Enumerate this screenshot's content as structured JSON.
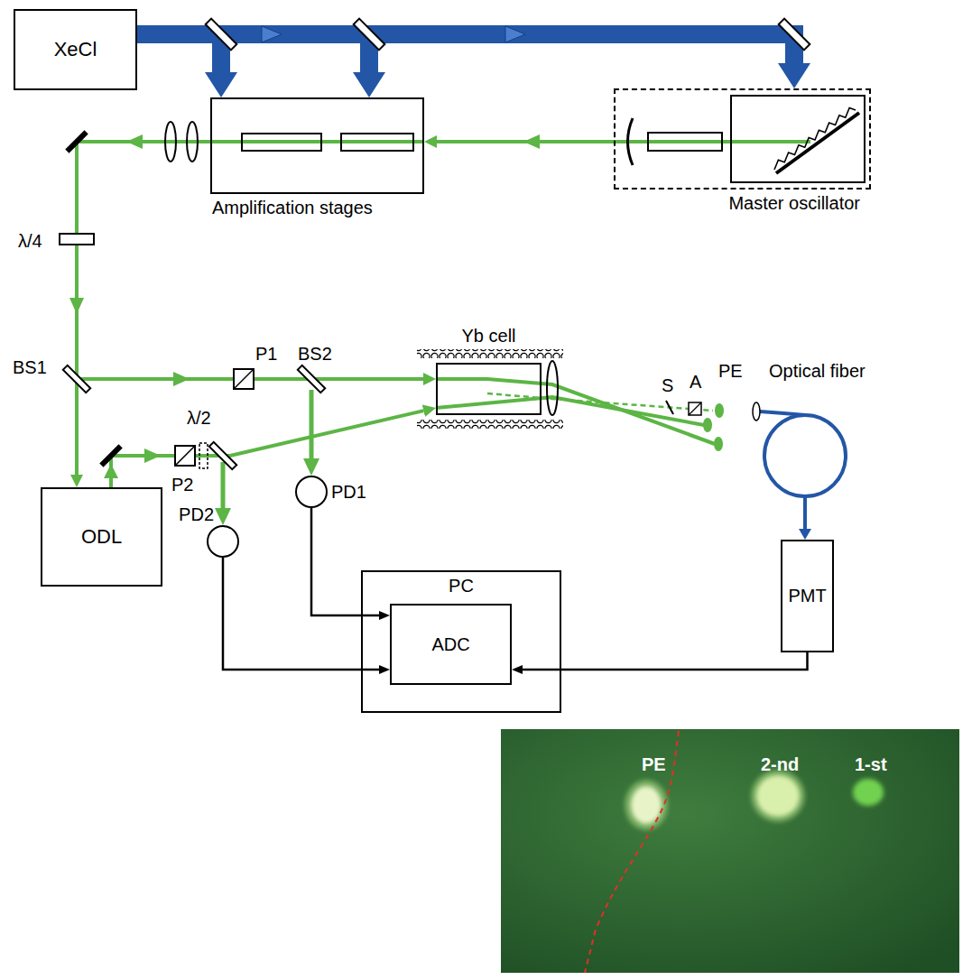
{
  "diagram": {
    "nodes": [
      {
        "text": [
          "XeCl"
        ]
      },
      {
        "text": [
          "Amplification stages"
        ]
      },
      {
        "text": [
          "Master oscillator"
        ]
      },
      {
        "text": [
          "Yb cell"
        ]
      },
      {
        "text": [
          "PD2"
        ]
      },
      {
        "text": [
          "PD1"
        ]
      },
      {
        "text": [
          "ODL"
        ]
      },
      {
        "text": [
          "PC"
        ]
      },
      {
        "text": [
          "ADC"
        ],
        "in": 7
      },
      {
        "text": [
          "PMT"
        ]
      }
    ],
    "edges": [
      {
        "from": 0,
        "to": 1,
        "arrow": "to"
      },
      {
        "from": 0,
        "to": 2,
        "arrow": "to"
      },
      {
        "from": 2,
        "to": 1,
        "arrow": "to"
      },
      {
        "from": 1,
        "to": 6,
        "arrow": "to"
      },
      {
        "from": 1,
        "to": 3,
        "arrow": "to"
      },
      {
        "from": 6,
        "to": 3,
        "arrow": "to"
      },
      {
        "from": 4,
        "to": 8,
        "arrow": "to"
      },
      {
        "from": 5,
        "to": 8,
        "arrow": "to"
      },
      {
        "from": 9,
        "to": 8,
        "arrow": "to"
      }
    ],
    "labels": [
      "λ/4",
      "BS1",
      "λ/2",
      "P1",
      "BS2",
      "S",
      "A",
      "PE",
      "Optical fiber",
      "P2",
      "PE",
      "2-nd",
      "1-st"
    ]
  }
}
